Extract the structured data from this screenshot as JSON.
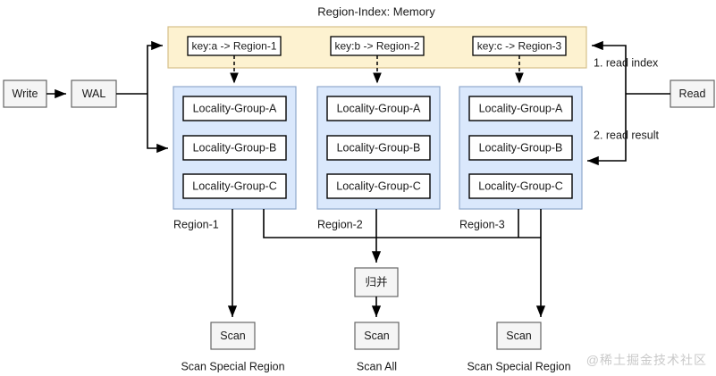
{
  "diagram": {
    "title": "Region-Index: Memory",
    "write_flow": {
      "write_label": "Write",
      "wal_label": "WAL"
    },
    "read_flow": {
      "read_label": "Read",
      "step1_label": "1. read index",
      "step2_label": "2. read result"
    },
    "index_entries": [
      {
        "text": "key:a -> Region-1"
      },
      {
        "text": "key:b -> Region-2"
      },
      {
        "text": "key:c -> Region-3"
      }
    ],
    "regions": [
      {
        "caption": "Region-1",
        "groups": [
          "Locality-Group-A",
          "Locality-Group-B",
          "Locality-Group-C"
        ]
      },
      {
        "caption": "Region-2",
        "groups": [
          "Locality-Group-A",
          "Locality-Group-B",
          "Locality-Group-C"
        ]
      },
      {
        "caption": "Region-3",
        "groups": [
          "Locality-Group-A",
          "Locality-Group-B",
          "Locality-Group-C"
        ]
      }
    ],
    "merge": {
      "label": "归并"
    },
    "scans": [
      {
        "box_label": "Scan",
        "caption": "Scan Special Region"
      },
      {
        "box_label": "Scan",
        "caption": "Scan All"
      },
      {
        "box_label": "Scan",
        "caption": "Scan Special Region"
      }
    ],
    "watermark": "@稀土掘金技术社区",
    "colors": {
      "index_band_fill": "#fdf2d0",
      "index_band_stroke": "#d6c08a",
      "region_fill": "#dae8fc",
      "region_stroke": "#8fa8cc",
      "node_fill": "#f5f5f5",
      "node_stroke": "#666666",
      "edge": "#000000"
    }
  }
}
